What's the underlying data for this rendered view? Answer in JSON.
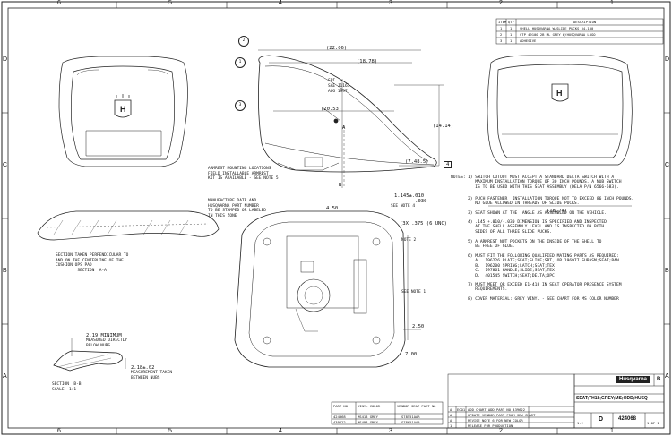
{
  "border": {
    "top_numbers": [
      "6",
      "5",
      "4",
      "3",
      "2",
      "1"
    ],
    "bottom_numbers": [
      "6",
      "5",
      "4",
      "3",
      "2",
      "1"
    ],
    "left_letters": [
      "D",
      "C",
      "B",
      "A"
    ],
    "right_letters": [
      "D",
      "C",
      "B",
      "A"
    ]
  },
  "balloons": [
    "1",
    "2",
    "3"
  ],
  "dims": {
    "d1": "(22.06)",
    "d2": "(18.78)",
    "d3": "(20.53)",
    "d4": "(14.14)",
    "d5": "(7.48.5)",
    "d6": "(18.74)",
    "d7": "1.145±.010\n       .030",
    "d8": "4.50",
    "d9": "2.50",
    "d10": "7.00",
    "d11": "(3X .375 (6 UNC)",
    "d12": "2.18±.02",
    "d13": "2.19 MINIMUM"
  },
  "labels": {
    "spi": "SPI\nSAE J1163\nAUG 1997",
    "armrest": "ARMREST MOUNTING LOCATIONS\nFIELD INSTALLABLE ARMREST\nKIT IS AVAILABLE - SEE NOTE 5",
    "manufacture": "MANUFACTURE DATE AND\nHUSQVARNA PART NUMBER\nTO BE STAMPED OR LABELED\nIN THIS ZONE",
    "see_note_4": "SEE NOTE 4",
    "see_note_1": "SEE NOTE 1",
    "note_2": "NOTE 2",
    "section_aa": "SECTION TAKEN PERPENDICULAR TO\nAND ON THE CENTERLINE OF THE\nCUSHION OPS PAD\n         SECTION  A-A",
    "measured_directly": "MEASURED DIRECTLY\nBELOW NUBS",
    "measurement_taken": "MEASUREMENT TAKEN\nBETWEEN NUBS",
    "section_bb": "SECTION  B-B\nSCALE  1:1",
    "label_a": "A",
    "label_b": "B",
    "label_4": "4"
  },
  "notes_title": "NOTES:",
  "notes": [
    "1) SWITCH CUTOUT MUST ACCEPT A STANDARD DELTA SWITCH WITH A\n   MAXIMUM INSTALLATION TORQUE OF 30 INCH POUNDS. A NUB SWITCH\n   IS TO BE USED WITH THIS SEAT ASSEMBLY (DELA P/N 6566-583).",
    "2) PUCH FASTENER  INSTALLATION TORQUE NOT TO EXCEED 86 INCH POUNDS.\n   NO GLUE ALLOWED IN THREADS OF SLIDE PUCKS.",
    "3) SEAT SHOWN AT THE  ANGLE AS ASSEMBLED ON THE VEHICLE.",
    "4) .145 +.010/-.030 DIMENSION IS SPECIFIED AND INSPECTED\n   AT THE SHELL ASSEMBLY LEVEL AND IS INSPECTED ON BOTH\n   SIDES OF ALL THREE SLIDE PUCKS.",
    "5) A ARMREST NUT POCKETS ON THE INSIDE OF THE SHELL TO\n   BE FREE OF GLUE.",
    "6) MUST FIT THE FOLLOWING QUALIFIED MATING PARTS AS REQUIRED:\n   A.  196226 PLATE;SEAT;SLIDE;SPT, OR 196977 SUBASM;SEAT;PAN\n   B.  196200 SPRING;LATCH;SEAT;TEX\n   C.  197861 HANDLE;SLIDE;SEAT;TEX\n   D.  401545 SWITCH;SEAT;DELTA;OPC",
    "7) MUST MEET OR EXCEED E1-418 IN SEAT OPERATOR PRESENCE SYSTEM\n   REQUIREMENTS.",
    "8) COVER MATERIAL: GREY VINYL - SEE CHART FOR MS COLOR NUMBER"
  ],
  "parts_table": {
    "headers": [
      "ITEM",
      "QTY",
      "DESCRIPTION"
    ],
    "rows": [
      [
        "1",
        "1",
        "SHELL HUSQVARNA W/SLIDE PUCKS 34-100"
      ],
      [
        "2",
        "1",
        "CTP 49100 2B ML GREY W/HUSQVARNA LOGO"
      ],
      [
        "3",
        "1",
        "ADHESIVE"
      ]
    ]
  },
  "color_table": {
    "headers": [
      "PART NO",
      "VINYL COLOR",
      "VENDOR SEAT PART NO"
    ],
    "rows": [
      [
        "424068",
        "MS418 GREY",
        "S78551AAR"
      ],
      [
        "439622",
        "MS498 GREY",
        "S78651AAR"
      ]
    ]
  },
  "revisions": [
    [
      "A",
      "ECO1",
      "ADD CHART  ADD PART NO 439622"
    ],
    [
      "A",
      "",
      "UPDATE VENDOR PART FROM SEW CHART"
    ],
    [
      "A",
      "",
      "REVISE NOTE 6 FOR NEW COLOR"
    ],
    [
      "1",
      "",
      "RELEASE FOR PRODUCTION"
    ]
  ],
  "title_block": {
    "company": "Husqvarna",
    "title": "SEAT;TH18;GREY;MS;ODD;HUSQ",
    "size": "D",
    "dwg_no": "424068",
    "scale": "1:2",
    "sheet": "1 OF 1",
    "rev": "B"
  }
}
